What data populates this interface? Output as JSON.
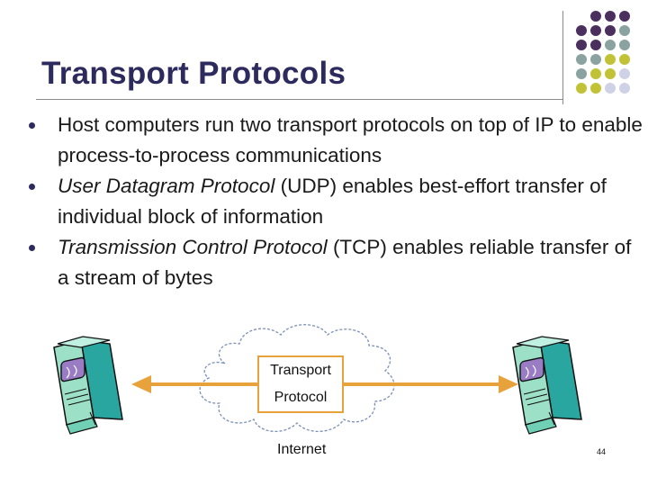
{
  "slide": {
    "title": "Transport Protocols",
    "bullets": [
      {
        "italic": "",
        "text": "Host computers run two transport protocols on top of IP to enable process-to-process communications"
      },
      {
        "italic": "User Datagram Protocol",
        "text": " (UDP) enables best-effort transfer of individual block of information"
      },
      {
        "italic": "Transmission Control Protocol",
        "text": " (TCP) enables reliable transfer of a stream of bytes"
      }
    ],
    "diagram": {
      "box_line1": "Transport",
      "box_line2": "Protocol",
      "cloud_label": "Internet"
    },
    "page_number": "44"
  },
  "colors": {
    "title": "#2d2a5e",
    "dot_purple": "#4b2f5e",
    "dot_teal": "#8aa3a0",
    "dot_olive": "#c2c236",
    "dot_lilac": "#cfd2e6",
    "arrow": "#e8a23c",
    "cloud_stroke": "#7a8fb8",
    "computer_green": "#9ce0c8",
    "computer_teal": "#2aa6a0",
    "screen_purple": "#9a7cc4"
  },
  "icons": [
    "dot-grid-decoration",
    "computer-left-icon",
    "computer-right-icon",
    "cloud-icon",
    "double-arrow-icon"
  ]
}
